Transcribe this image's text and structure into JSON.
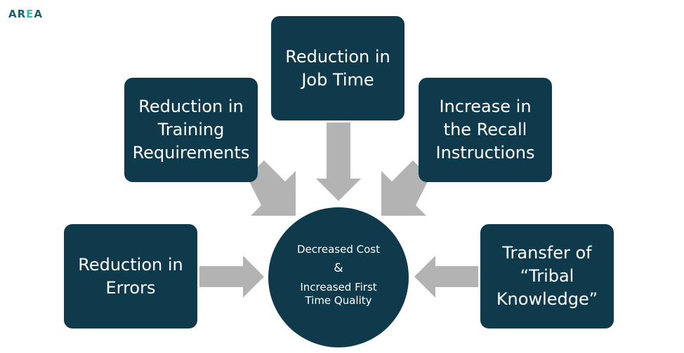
{
  "logo": {
    "part1": "AR",
    "part2": "E",
    "part3": "A"
  },
  "boxes": {
    "job_time": [
      "Reduction in",
      "Job Time"
    ],
    "training": [
      "Reduction in",
      "Training",
      "Requirements"
    ],
    "recall": [
      "Increase in",
      "the Recall",
      "Instructions"
    ],
    "errors": [
      "Reduction in",
      "Errors"
    ],
    "tribal": [
      "Transfer of",
      "“Tribal",
      "Knowledge”"
    ]
  },
  "center": {
    "line1": "Decreased Cost",
    "amp": "&",
    "line2": "Increased First",
    "line3": "Time Quality"
  },
  "colors": {
    "box_fill": "#0f3a4b",
    "arrow_fill": "#b3b3b3",
    "logo_primary": "#1f5e6b",
    "logo_accent": "#3fb8b0"
  }
}
